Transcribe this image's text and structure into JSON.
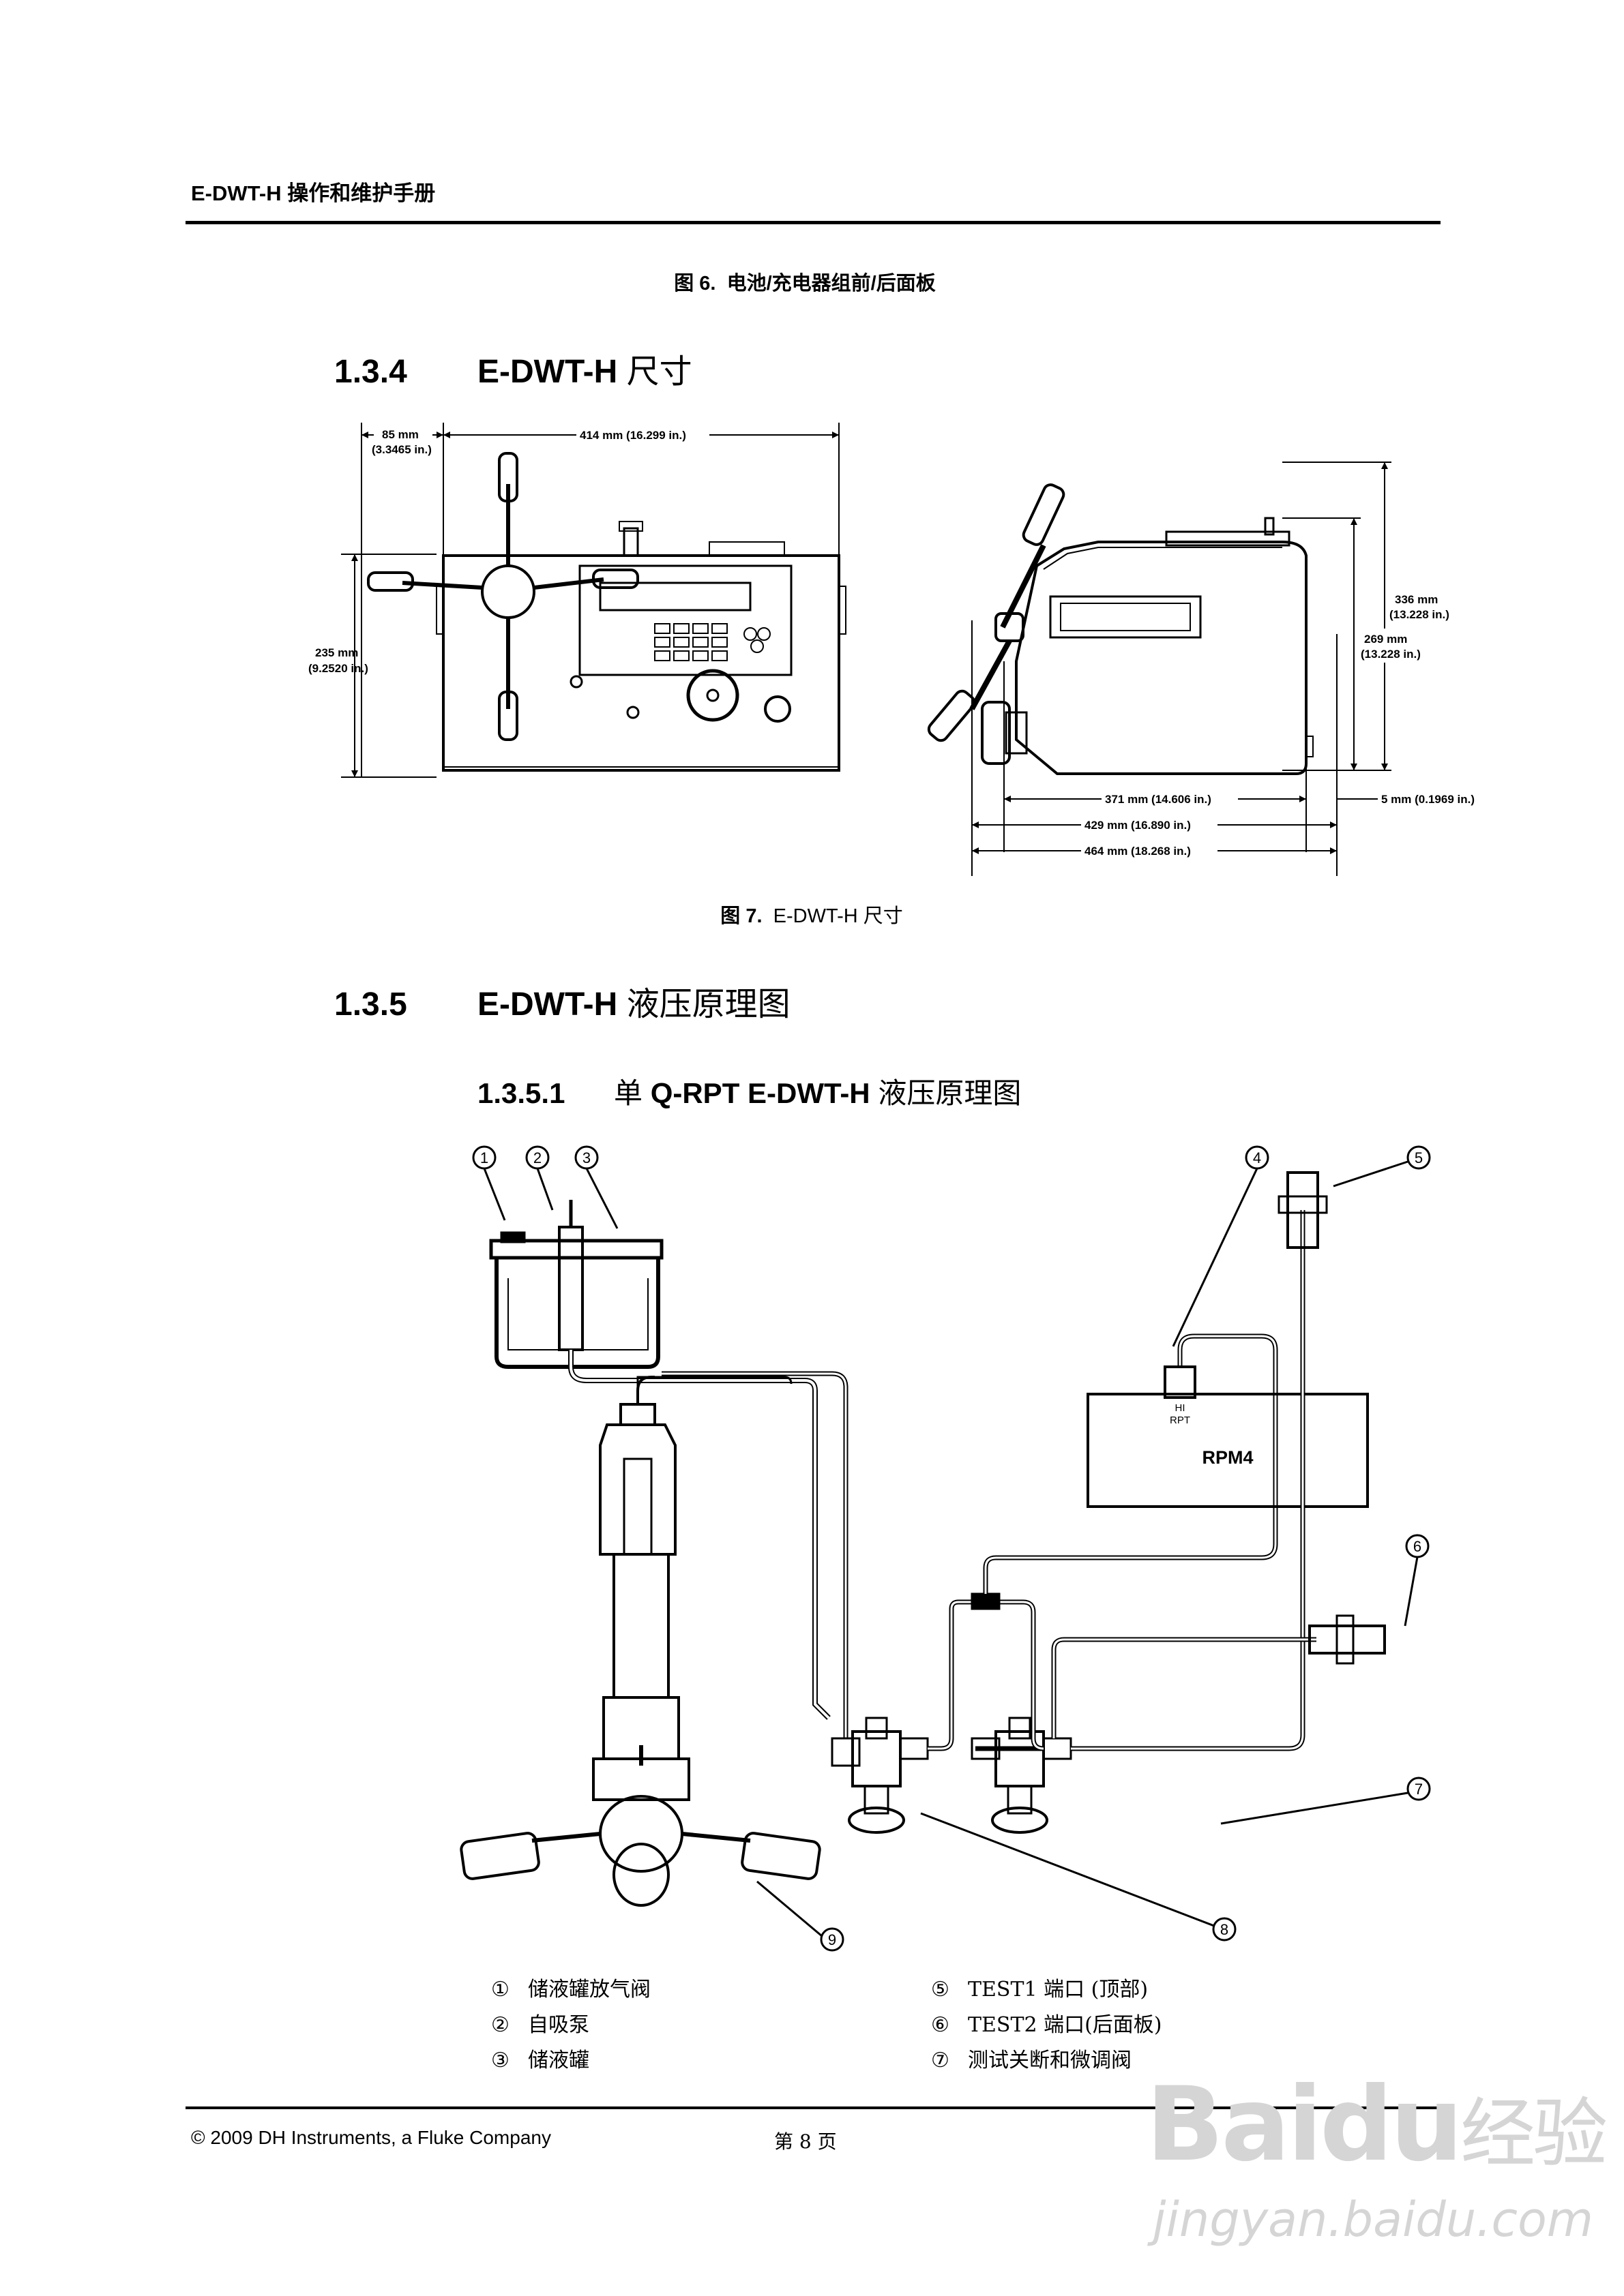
{
  "header": {
    "title": "E-DWT-H 操作和维护手册"
  },
  "figure6": {
    "label": "图 6.",
    "caption": "电池/充电器组前/后面板"
  },
  "section_134": {
    "number": "1.3.4",
    "title_bold": "E-DWT-H",
    "title_rest": "尺寸"
  },
  "figure7": {
    "label": "图 7.",
    "caption": "E-DWT-H 尺寸",
    "dims": {
      "d85": "85 mm",
      "d85_in": "(3.3465 in.)",
      "d414": "414 mm (16.299 in.)",
      "d235": "235 mm",
      "d235_in": "(9.2520 in.)",
      "d336": "336 mm",
      "d336_in": "(13.228 in.)",
      "d269": "269 mm",
      "d269_in": "(13.228 in.)",
      "d371": "371 mm (14.606 in.)",
      "d5": "5 mm (0.1969 in.)",
      "d429": "429 mm (16.890 in.)",
      "d464": "464 mm (18.268 in.)"
    }
  },
  "section_135": {
    "number": "1.3.5",
    "title_bold": "E-DWT-H",
    "title_rest": "液压原理图"
  },
  "section_1351": {
    "number": "1.3.5.1",
    "prefix": "单",
    "title_bold": "Q-RPT E-DWT-H",
    "title_rest": "液压原理图"
  },
  "schematic": {
    "rpm_label": "RPM4",
    "hi_label": "HI",
    "rpt_label": "RPT",
    "callouts": [
      "1",
      "2",
      "3",
      "4",
      "5",
      "6",
      "7",
      "8",
      "9"
    ]
  },
  "legend": [
    {
      "symbol": "①",
      "text": "储液罐放气阀"
    },
    {
      "symbol": "②",
      "text": "自吸泵"
    },
    {
      "symbol": "③",
      "text": "储液罐"
    },
    {
      "symbol": "⑤",
      "text": "TEST1 端口 (顶部)"
    },
    {
      "symbol": "⑥",
      "text": "TEST2 端口(后面板)"
    },
    {
      "symbol": "⑦",
      "text": "测试关断和微调阀"
    }
  ],
  "footer": {
    "copyright": "© 2009 DH Instruments, a Fluke Company",
    "page": "第 8 页"
  },
  "watermark": {
    "brand": "Bai",
    "brand_du": "du",
    "brand_cn": "经验",
    "url": "jingyan.baidu.com"
  }
}
